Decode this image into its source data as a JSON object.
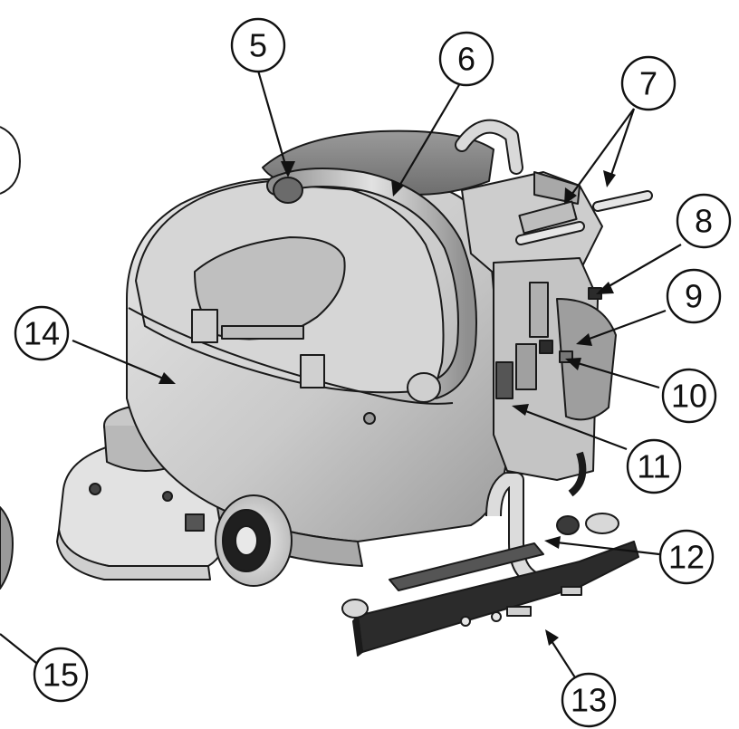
{
  "illustration": {
    "subject": "walk-behind floor scrubber-dryer, rear three-quarter view",
    "colors": {
      "body_light": "#d9d9d9",
      "body_mid": "#b8b8b8",
      "body_dark": "#8a8a8a",
      "outline": "#1a1a1a",
      "rubber": "#2b2b2b",
      "callout_stroke": "#111111",
      "callout_fill": "#ffffff"
    }
  },
  "callouts": [
    {
      "id": "5",
      "label": "5"
    },
    {
      "id": "6",
      "label": "6"
    },
    {
      "id": "7",
      "label": "7"
    },
    {
      "id": "8",
      "label": "8"
    },
    {
      "id": "9",
      "label": "9"
    },
    {
      "id": "10",
      "label": "10"
    },
    {
      "id": "11",
      "label": "11"
    },
    {
      "id": "12",
      "label": "12"
    },
    {
      "id": "13",
      "label": "13"
    },
    {
      "id": "14",
      "label": "14"
    },
    {
      "id": "15",
      "label": "15"
    }
  ]
}
